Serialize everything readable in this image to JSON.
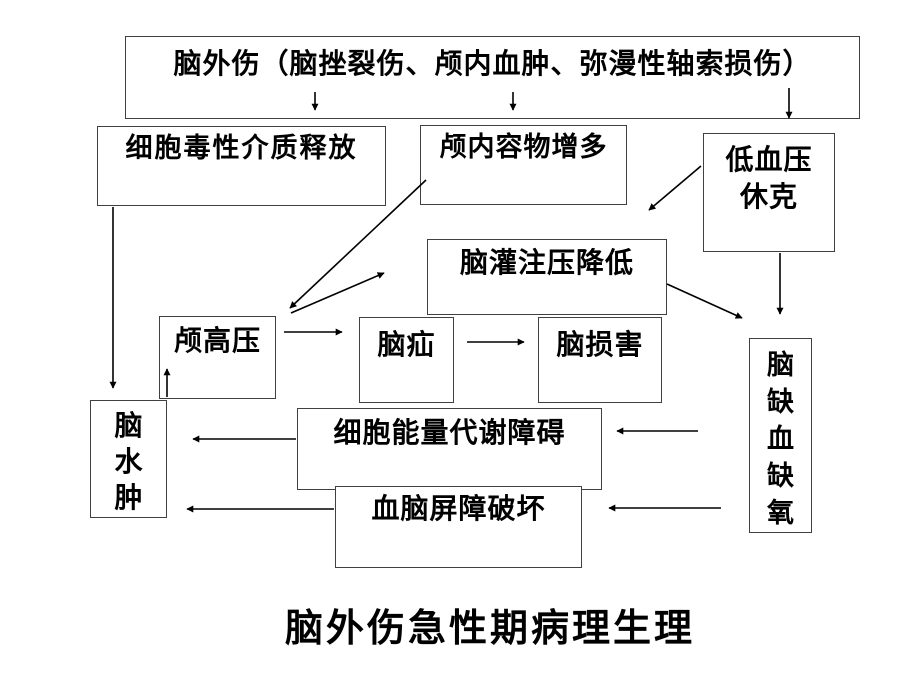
{
  "slide": {
    "title": "脑外伤急性期病理生理",
    "background_color": "#ffffff",
    "line_color": "#000000",
    "border_color": "#404040",
    "text_color": "#000000"
  },
  "nodes": {
    "trauma": {
      "label": "脑外伤（脑挫裂伤、颅内血肿、弥漫性轴索损伤）"
    },
    "cytotoxic": {
      "label": "细胞毒性介质释放"
    },
    "contents": {
      "label": "颅内容物增多"
    },
    "shock": {
      "label": "低血压\n休克"
    },
    "perfusion": {
      "label": "脑灌注压降低"
    },
    "icp": {
      "label": "颅高压"
    },
    "hernia": {
      "label": "脑疝"
    },
    "damage": {
      "label": "脑损害"
    },
    "edema": {
      "label": "脑\n水\n肿"
    },
    "energy": {
      "label": "细胞能量代谢障碍"
    },
    "bbb": {
      "label": "血脑屏障破坏"
    },
    "ischemia": {
      "label": "脑\n缺\n血\n缺\n氧"
    }
  },
  "edges": [
    {
      "from": "trauma",
      "to": "cytotoxic"
    },
    {
      "from": "trauma",
      "to": "contents"
    },
    {
      "from": "trauma",
      "to": "shock"
    },
    {
      "from": "shock",
      "to": "perfusion"
    },
    {
      "from": "shock",
      "to": "ischemia"
    },
    {
      "from": "perfusion",
      "to": "ischemia"
    },
    {
      "from": "contents",
      "to": "icp"
    },
    {
      "from": "icp",
      "to": "perfusion"
    },
    {
      "from": "icp",
      "to": "hernia"
    },
    {
      "from": "hernia",
      "to": "damage"
    },
    {
      "from": "cytotoxic",
      "to": "edema"
    },
    {
      "from": "edema",
      "to": "icp"
    },
    {
      "from": "energy",
      "to": "edema"
    },
    {
      "from": "bbb",
      "to": "edema"
    },
    {
      "from": "ischemia",
      "to": "energy"
    },
    {
      "from": "ischemia",
      "to": "bbb"
    }
  ]
}
